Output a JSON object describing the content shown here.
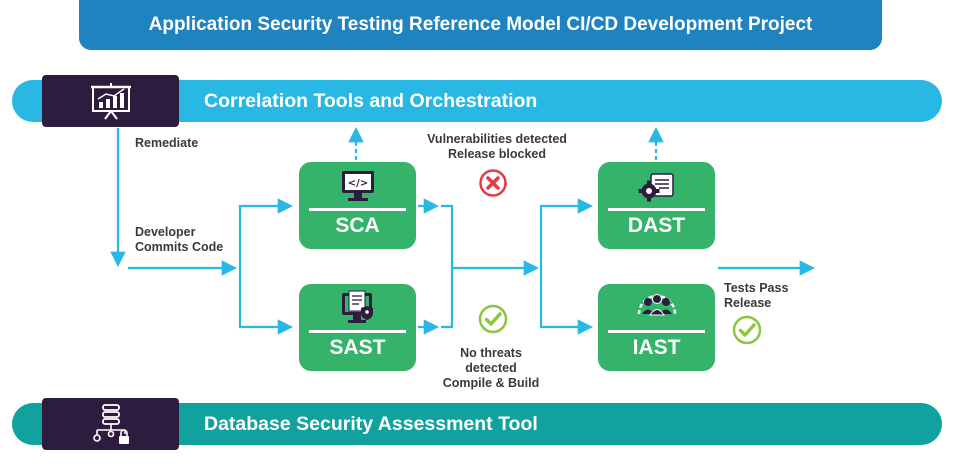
{
  "header": {
    "title": "Application Security Testing Reference Model CI/CD Development Project"
  },
  "bands": {
    "top": {
      "label": "Correlation Tools and Orchestration",
      "icon": "presentation-chart-icon"
    },
    "bottom": {
      "label": "Database Security Assessment Tool",
      "icon": "database-lock-icon"
    }
  },
  "flow_labels": {
    "remediate": "Remediate",
    "developer_commits_line1": "Developer",
    "developer_commits_line2": "Commits Code",
    "vulnerabilities_line1": "Vulnerabilities detected",
    "vulnerabilities_line2": "Release blocked",
    "no_threats_line1": "No threats",
    "no_threats_line2": "detected",
    "no_threats_line3": "Compile & Build",
    "tests_pass_line1": "Tests Pass",
    "tests_pass_line2": "Release"
  },
  "tools": {
    "sca": {
      "label": "SCA",
      "icon": "code-monitor-icon"
    },
    "sast": {
      "label": "SAST",
      "icon": "document-shield-icon"
    },
    "dast": {
      "label": "DAST",
      "icon": "gear-browser-icon"
    },
    "iast": {
      "label": "IAST",
      "icon": "team-gear-icon"
    }
  },
  "status_icons": {
    "blocked": "red-x-icon",
    "passed_build": "green-check-icon",
    "passed_release": "green-check-icon"
  },
  "colors": {
    "title_bar": "#1f83bf",
    "top_band": "#29b8e3",
    "bottom_band": "#11a19f",
    "dark_box": "#2e1c3e",
    "tool_box": "#36b36b",
    "arrow": "#29b8e3",
    "reject": "#e53946",
    "accept": "#8cc63f"
  }
}
